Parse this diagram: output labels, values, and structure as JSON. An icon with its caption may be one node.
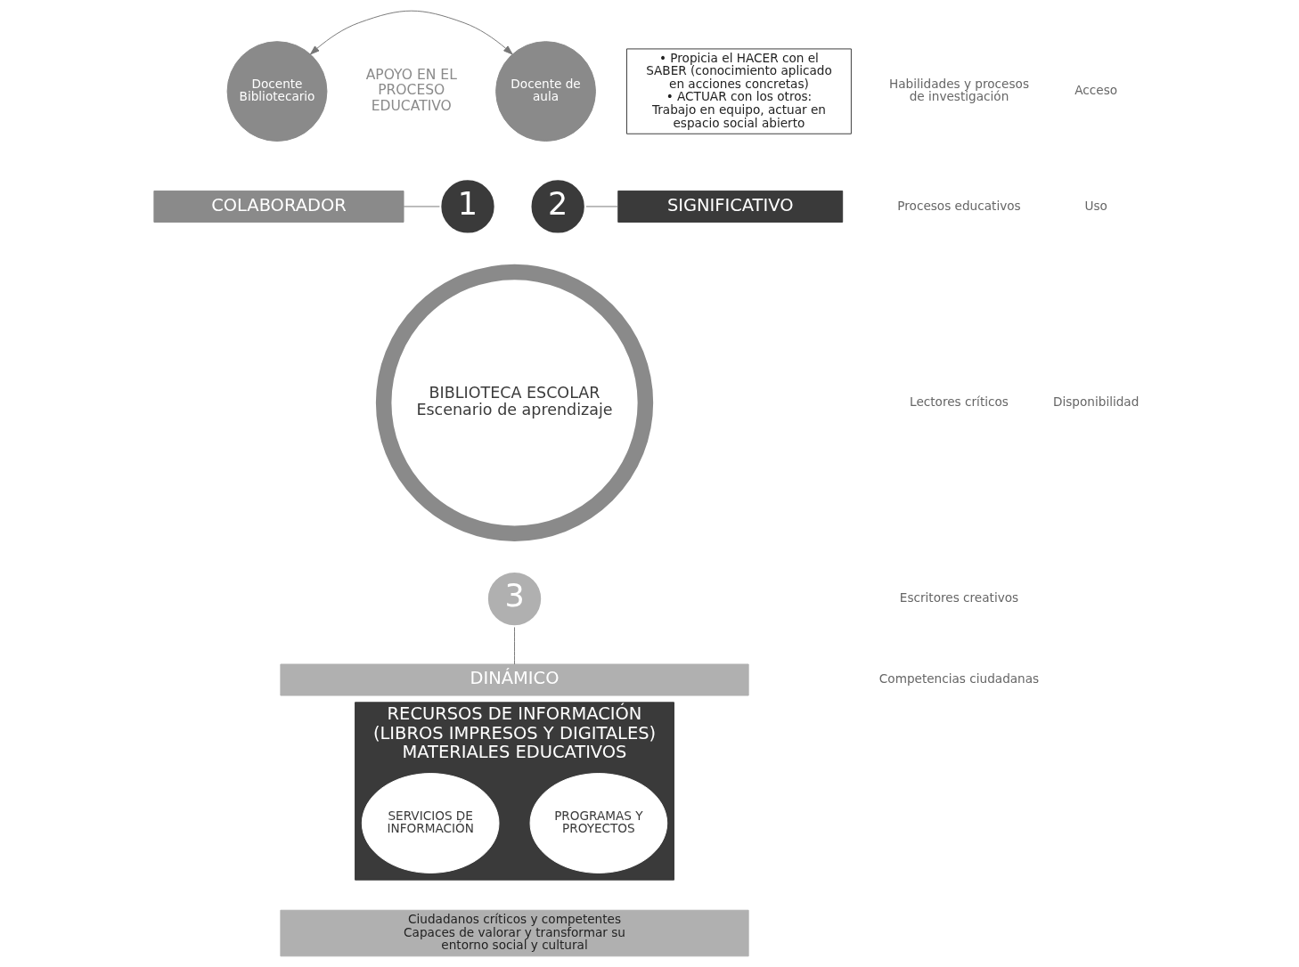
{
  "diagram": {
    "nodes": [
      {
        "text": [
          "Docente Bibliotecario"
        ]
      },
      {
        "text": [
          "Docente de aula"
        ]
      },
      {
        "text": [
          "COLABORADOR"
        ]
      },
      {
        "text": [
          "1"
        ]
      },
      {
        "text": [
          "BIBLIOTECA ESCOLAR",
          "Escenario de aprendizaje"
        ]
      },
      {
        "text": [
          "2"
        ]
      },
      {
        "text": [
          "• Propicia el HACER con el SABER (conocimiento aplicado en acciones concretas)",
          "• ACTUAR con los otros: Trabajo en equipo, actuar en espacio social abierto"
        ]
      },
      {
        "text": [
          "SIGNIFICATIVO"
        ]
      },
      {
        "text": [
          "3"
        ]
      },
      {
        "text": [
          "DINÁMICO"
        ]
      },
      {
        "text": [
          "RECURSOS DE INFORMACIÓN (LIBROS IMPRESOS Y DIGITALES)",
          "MATERIALES EDUCATIVOS"
        ]
      },
      {
        "text": [
          "PROGRAMAS Y PROYECTOS"
        ],
        "in": 10
      },
      {
        "text": [
          "SERVICIOS DE INFORMACIÓN"
        ],
        "in": 10
      },
      {
        "text": [
          "Ciudadanos críticos y competentes",
          "Capaces de valorar y transformar su entorno social y cultural"
        ]
      }
    ],
    "edges": [
      {
        "from": 0,
        "to": 1,
        "arrow": "both"
      },
      {
        "from": 2,
        "to": 3,
        "arrow": "none"
      },
      {
        "from": 5,
        "to": 7,
        "arrow": "none"
      },
      {
        "from": 8,
        "to": 9,
        "arrow": "none"
      }
    ],
    "labels": [
      "APOYO EN EL PROCESO EDUCATIVO",
      "Habilidades y procesos de investigación",
      "Procesos educativos",
      "Lectores críticos",
      "Escritores creativos",
      "Competencias ciudadanas",
      "Acceso",
      "Uso",
      "Disponibilidad"
    ]
  }
}
